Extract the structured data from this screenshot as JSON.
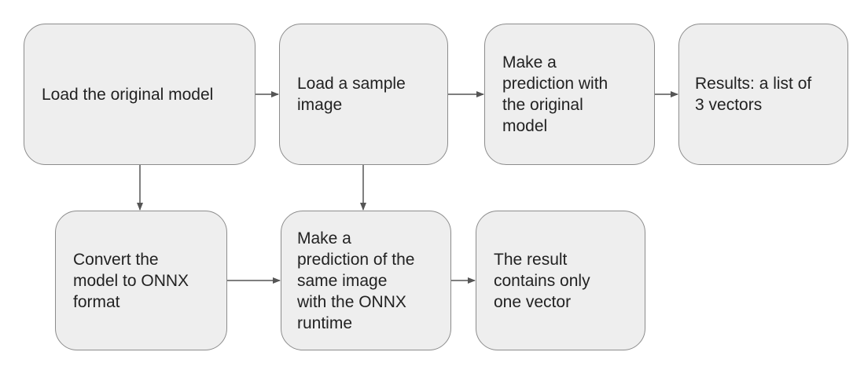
{
  "diagram": {
    "nodes": {
      "load_model": "Load the original model",
      "load_image": "Load a sample\nimage",
      "predict_original": "Make a\nprediction with\nthe original\nmodel",
      "results_original": "Results: a list of\n3 vectors",
      "convert_onnx": "Convert the\nmodel to ONNX\nformat",
      "predict_onnx": "Make a\nprediction of the\nsame image\nwith the ONNX\nruntime",
      "results_onnx": "The result\ncontains only\none vector"
    },
    "edges": [
      {
        "from": "load_model",
        "to": "load_image"
      },
      {
        "from": "load_image",
        "to": "predict_original"
      },
      {
        "from": "predict_original",
        "to": "results_original"
      },
      {
        "from": "load_model",
        "to": "convert_onnx"
      },
      {
        "from": "load_image",
        "to": "predict_onnx"
      },
      {
        "from": "convert_onnx",
        "to": "predict_onnx"
      },
      {
        "from": "predict_onnx",
        "to": "results_onnx"
      }
    ]
  }
}
